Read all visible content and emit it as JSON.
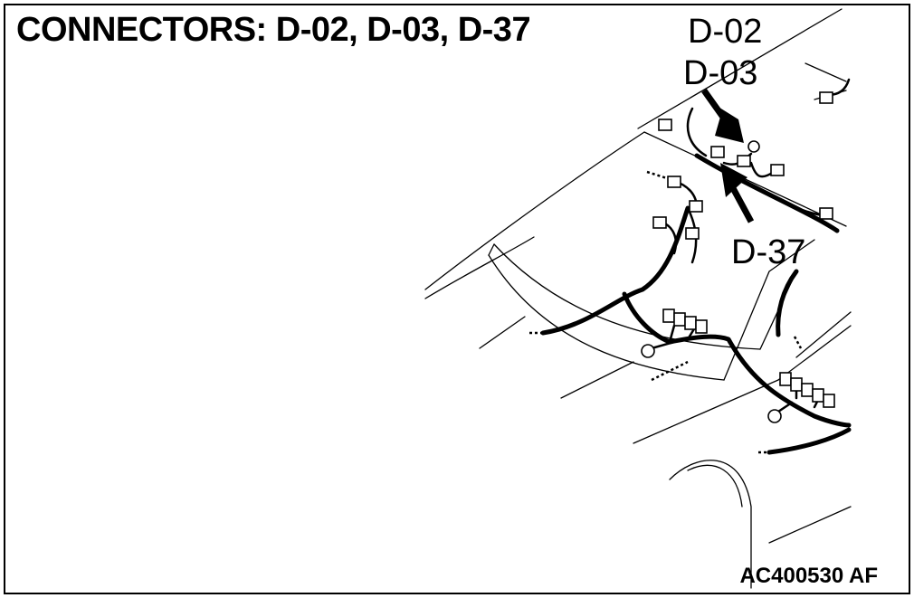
{
  "diagram": {
    "title": "CONNECTORS: D-02, D-03, D-37",
    "labels": {
      "d02": "D-02",
      "d03": "D-03",
      "d37": "D-37"
    },
    "reference_code": "AC400530 AF"
  }
}
